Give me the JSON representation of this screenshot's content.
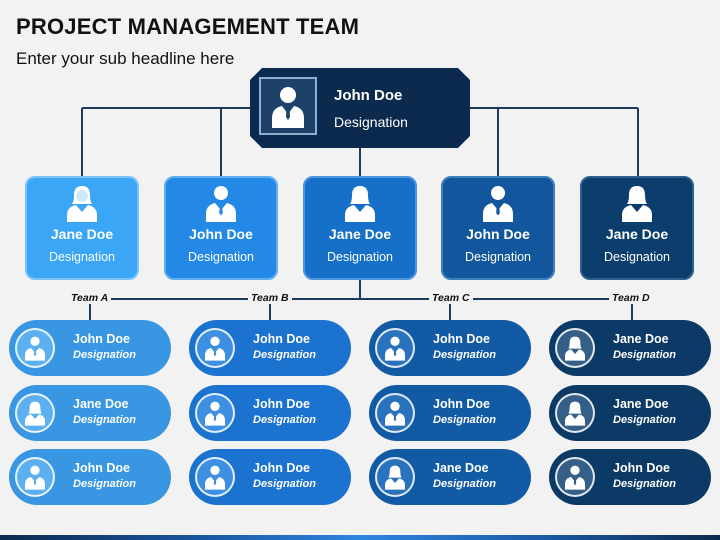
{
  "header": {
    "title": "PROJECT MANAGEMENT TEAM",
    "subtitle": "Enter your sub headline here"
  },
  "top_node": {
    "name": "John Doe",
    "designation": "Designation",
    "icon": "male-user-icon"
  },
  "managers": [
    {
      "name": "Jane Doe",
      "designation": "Designation",
      "icon": "female-user-icon",
      "color": "#3aa6f5"
    },
    {
      "name": "John Doe",
      "designation": "Designation",
      "icon": "male-user-icon",
      "color": "#2489e6"
    },
    {
      "name": "Jane Doe",
      "designation": "Designation",
      "icon": "female-user-icon",
      "color": "#1670c8"
    },
    {
      "name": "John Doe",
      "designation": "Designation",
      "icon": "male-user-icon",
      "color": "#12579e"
    },
    {
      "name": "Jane Doe",
      "designation": "Designation",
      "icon": "female-user-icon",
      "color": "#0c3e6d"
    }
  ],
  "teams": [
    {
      "label": "Team A",
      "color": "#3896e2",
      "circle": "#5cb0f2",
      "members": [
        {
          "name": "John Doe",
          "designation": "Designation",
          "icon": "male-user-icon"
        },
        {
          "name": "Jane Doe",
          "designation": "Designation",
          "icon": "female-user-icon"
        },
        {
          "name": "John Doe",
          "designation": "Designation",
          "icon": "male-user-icon"
        }
      ]
    },
    {
      "label": "Team B",
      "color": "#1c72cf",
      "circle": "#3d8fe2",
      "members": [
        {
          "name": "John Doe",
          "designation": "Designation",
          "icon": "male-user-icon"
        },
        {
          "name": "John Doe",
          "designation": "Designation",
          "icon": "male-user-icon"
        },
        {
          "name": "John Doe",
          "designation": "Designation",
          "icon": "male-user-icon"
        }
      ]
    },
    {
      "label": "Team C",
      "color": "#135aa4",
      "circle": "#2a72bd",
      "members": [
        {
          "name": "John Doe",
          "designation": "Designation",
          "icon": "male-user-icon"
        },
        {
          "name": "John Doe",
          "designation": "Designation",
          "icon": "male-user-icon"
        },
        {
          "name": "Jane Doe",
          "designation": "Designation",
          "icon": "female-user-icon"
        }
      ]
    },
    {
      "label": "Team D",
      "color": "#0c3a66",
      "circle": "#355f87",
      "members": [
        {
          "name": "Jane Doe",
          "designation": "Designation",
          "icon": "female-user-icon"
        },
        {
          "name": "Jane Doe",
          "designation": "Designation",
          "icon": "female-user-icon"
        },
        {
          "name": "John Doe",
          "designation": "Designation",
          "icon": "male-user-icon"
        }
      ]
    }
  ]
}
